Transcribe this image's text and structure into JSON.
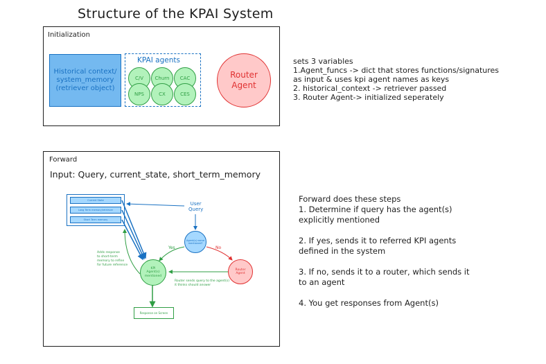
{
  "title": "Structure of the KPAI System",
  "init": {
    "frame_label": "Initialization",
    "historical_box": "Historical context/\nsystem_memory\n(retriever object)",
    "agents_label": "KPAI agents",
    "agents": [
      "C/V",
      "Churn",
      "CAC",
      "NPS",
      "CX",
      "CES"
    ],
    "router": "Router\nAgent",
    "note": "sets 3 variables\n1.Agent_funcs -> dict that stores functions/signatures\nas input & uses kpi agent names as keys\n2. historical_context -> retriever passed\n3. Router Agent-> initialized seperately"
  },
  "forward": {
    "frame_label": "Forward",
    "input_line": "Input: Query, current_state, short_term_memory",
    "boxes": [
      "Current State",
      "Long Term memory/retriever",
      "Short Term memory"
    ],
    "user_query": "User\nQuery",
    "decision": "Agent(s) name\nmentioned?",
    "yes": "Yes",
    "no": "No",
    "kpi_node": "KPI\nAgent(s)\nmentioned",
    "router_node": "Router\nAgent",
    "adds_response": "Adds response\nto short-term\nmemory to refine\nfor future reference",
    "router_sends": "Router sends query to the agent(s)\nit thinks should answer",
    "response": "Response on Screen",
    "note": "Forward does these steps\n1. Determine if query has the agent(s)\nexplicitly mentioned\n\n2. If yes, sends it to referred KPI agents\ndefined in the system\n\n3. If no, sends it to a router, which sends it\nto an agent\n\n4. You get responses from Agent(s)"
  },
  "colors": {
    "blue": "#1971c2",
    "blue_fill": "#74b9f0",
    "light_blue": "#a5d8ff",
    "green": "#2f9e44",
    "green_fill": "#b2f2bb",
    "red": "#e03131",
    "red_fill": "#ffc9c9"
  }
}
